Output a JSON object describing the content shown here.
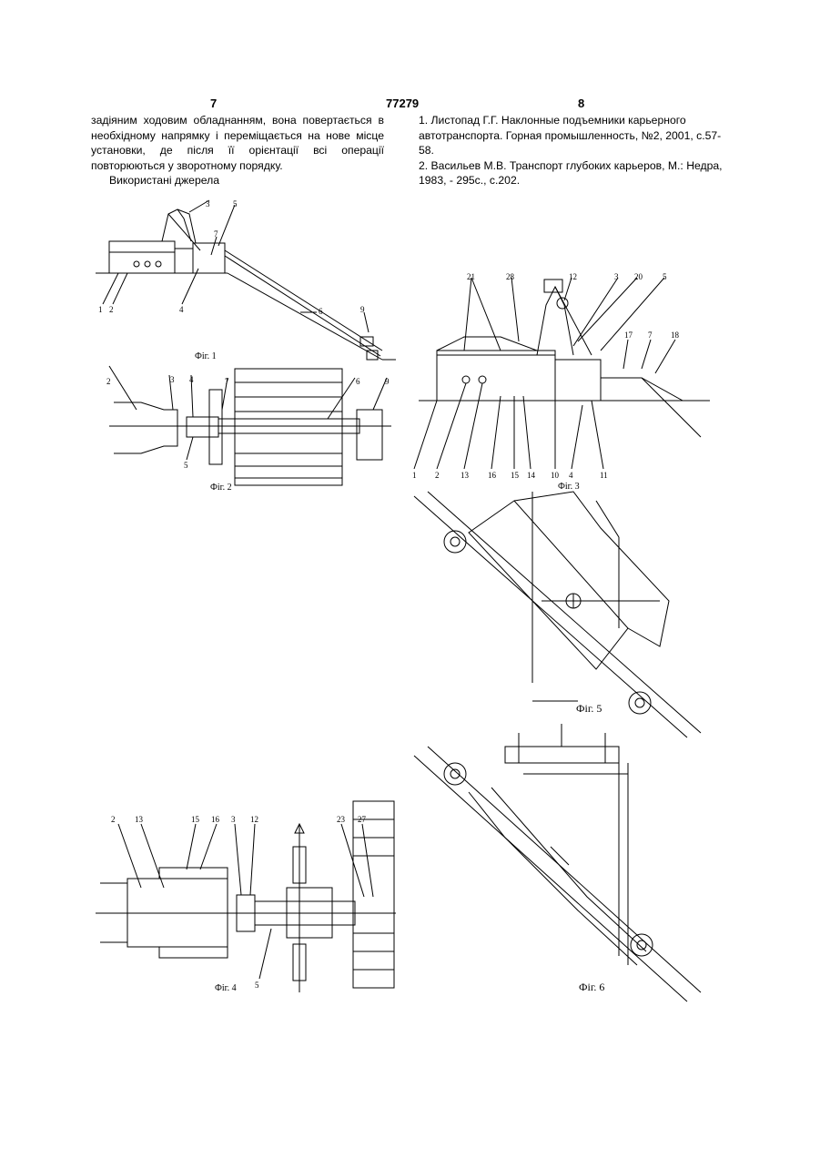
{
  "header": {
    "page_left": "7",
    "patent_number": "77279",
    "page_right": "8"
  },
  "left_column": {
    "paragraph": "задіяним ходовим обладнанням, вона повертається в необхідному напрямку і переміщається на нове місце установки, де після її орієнтації всі операції повторюються у зворотному порядку.",
    "sources_heading": "Використані джерела"
  },
  "right_column": {
    "ref1": "1. Листопад Г.Г. Наклонные подъемники карьерного автотранспорта. Горная промышленность, №2, 2001, с.57-58.",
    "ref2": "2. Васильев М.В. Транспорт глубоких карьеров, М.: Недра, 1983, - 295с., с.202."
  },
  "figures": {
    "fig1": {
      "caption": "Фіг. 1",
      "labels": [
        "3",
        "5",
        "7",
        "1",
        "2",
        "4",
        "6",
        "9"
      ]
    },
    "fig2": {
      "caption": "Фіг. 2",
      "labels": [
        "2",
        "3",
        "4",
        "7",
        "6",
        "9",
        "5"
      ]
    },
    "fig3": {
      "caption": "Фіг. 3",
      "labels": [
        "21",
        "28",
        "12",
        "3",
        "20",
        "5",
        "17",
        "7",
        "18",
        "1",
        "2",
        "13",
        "16",
        "15",
        "14",
        "10",
        "4",
        "11"
      ]
    },
    "fig4": {
      "caption": "Фіг. 4",
      "labels": [
        "2",
        "13",
        "15",
        "16",
        "3",
        "12",
        "23",
        "27",
        "5"
      ]
    },
    "fig5": {
      "caption": "Фіг. 5"
    },
    "fig6": {
      "caption": "Фіг. 6"
    }
  }
}
